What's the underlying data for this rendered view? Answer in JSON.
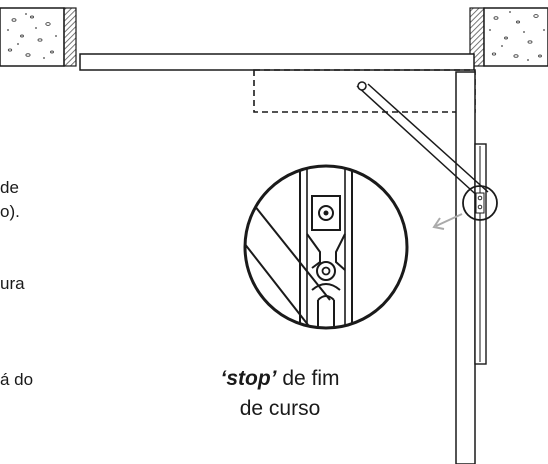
{
  "text_fragments": [
    "de",
    "o).",
    "ura",
    "á do"
  ],
  "caption": {
    "line1_em": "‘stop’",
    "line1_rest": " de fim",
    "line2": "de curso"
  },
  "colors": {
    "stroke": "#1a1a1a",
    "wall_fill": "#ffffff",
    "hatch": "#555555",
    "arrow_gray": "#aaaaaa"
  }
}
